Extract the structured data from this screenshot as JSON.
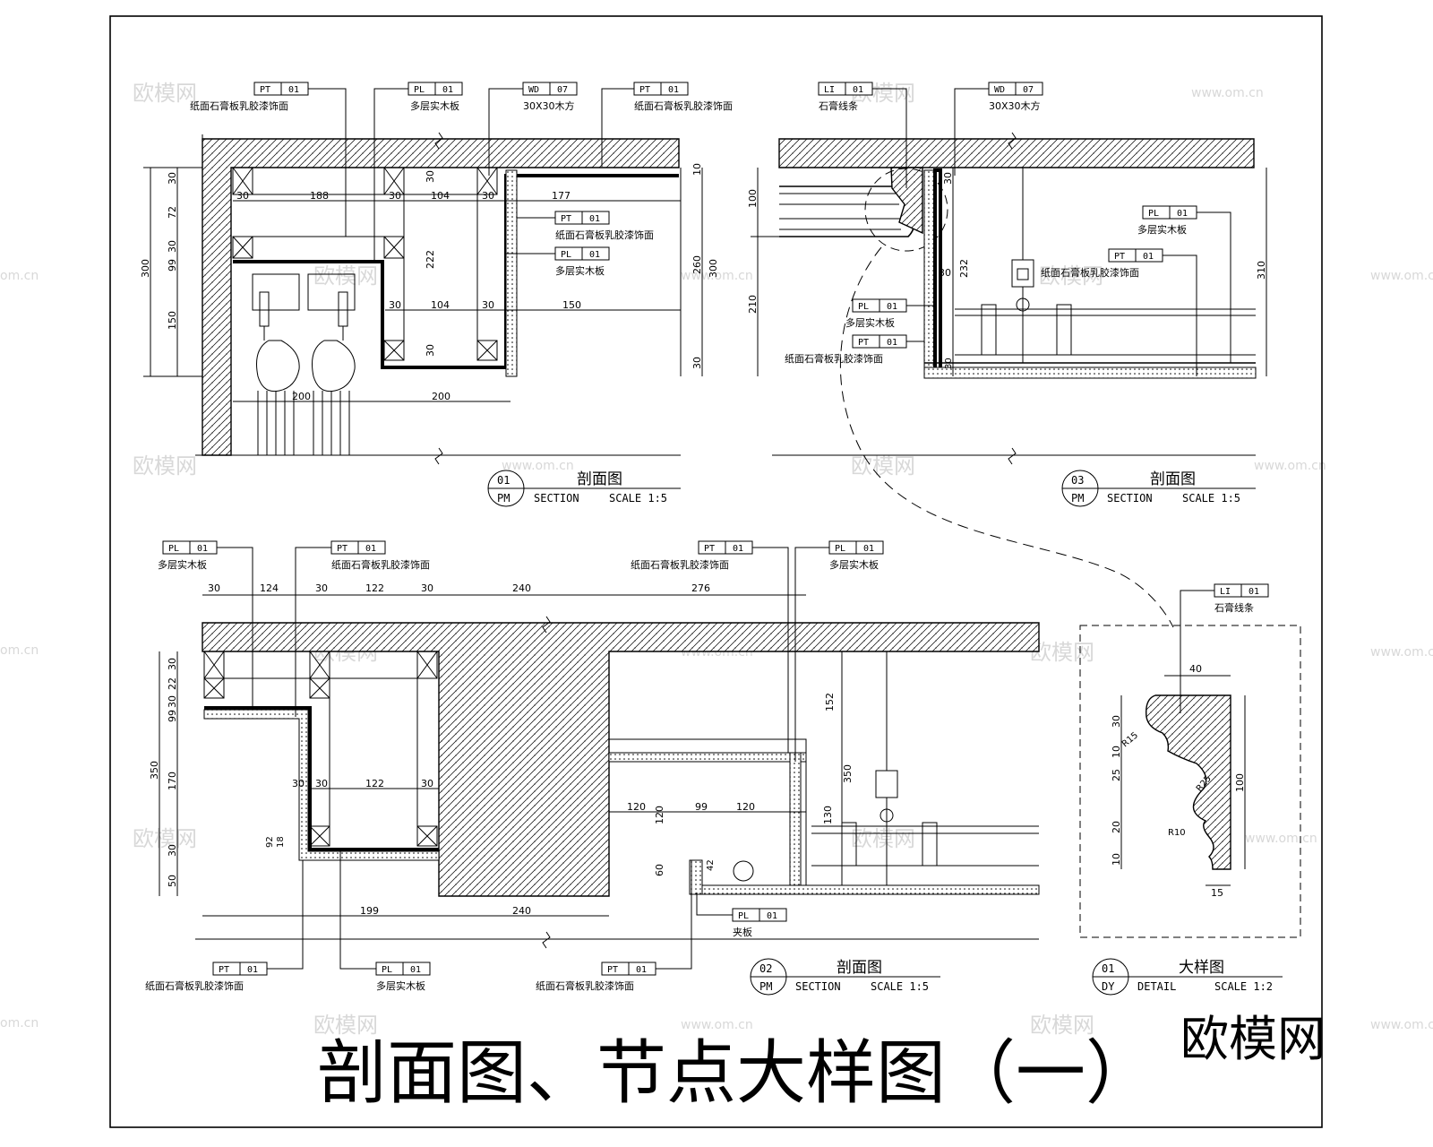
{
  "title": "剖面图、节点大样图（一）",
  "watermark": {
    "brand": "欧模网",
    "url": "www.om.cn",
    "short": "om.cn"
  },
  "colors": {
    "line": "#000000",
    "background": "#ffffff",
    "watermark": "#d8d8d8"
  },
  "materials": {
    "pt01_name": "纸面石膏板乳胶漆饰面",
    "pl01_name": "多层实木板",
    "wd07_name": "30X30木方",
    "li01_name": "石膏线条",
    "plywood_name": "夹板"
  },
  "codes": {
    "pt": "PT",
    "pl": "PL",
    "wd": "WD",
    "li": "LI",
    "n01": "01",
    "n07": "07"
  },
  "views": [
    {
      "num": "01",
      "code": "PM",
      "title": "剖面图",
      "type": "SECTION",
      "scale": "SCALE 1:5"
    },
    {
      "num": "02",
      "code": "PM",
      "title": "剖面图",
      "type": "SECTION",
      "scale": "SCALE 1:5"
    },
    {
      "num": "03",
      "code": "PM",
      "title": "剖面图",
      "type": "SECTION",
      "scale": "SCALE 1:5"
    },
    {
      "num": "01",
      "code": "DY",
      "title": "大样图",
      "type": "DETAIL",
      "scale": "SCALE 1:2"
    }
  ],
  "dims": {
    "s1": {
      "top": [
        "30",
        "188",
        "30",
        "104",
        "30",
        "177"
      ],
      "left": [
        "300",
        "30",
        "72",
        "30",
        "99",
        "150"
      ],
      "inner": [
        "222",
        "30",
        "30",
        "104",
        "30",
        "30",
        "150"
      ],
      "bottom": [
        "200",
        "200"
      ],
      "right": [
        "10",
        "260",
        "300",
        "30"
      ]
    },
    "s3": {
      "left": [
        "100",
        "210"
      ],
      "inner": [
        "30",
        "232",
        "30",
        "30"
      ],
      "right": [
        "310"
      ]
    },
    "s2": {
      "top": [
        "30",
        "124",
        "30",
        "122",
        "30",
        "240",
        "276"
      ],
      "left": [
        "350",
        "30",
        "22",
        "30",
        "99",
        "170",
        "30",
        "50"
      ],
      "inner": [
        "30",
        "30",
        "122",
        "30",
        "92",
        "18"
      ],
      "mid": [
        "120",
        "120",
        "99",
        "120",
        "60",
        "42",
        "152",
        "350",
        "130"
      ],
      "bottom": [
        "199",
        "240"
      ]
    },
    "detail": [
      "40",
      "30",
      "10",
      "25",
      "20",
      "10",
      "100",
      "15",
      "R15",
      "R25",
      "R10"
    ]
  }
}
